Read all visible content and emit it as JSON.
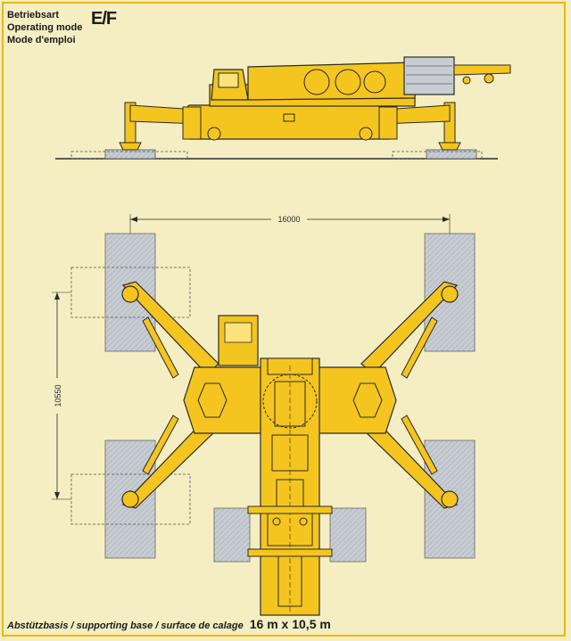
{
  "header": {
    "mode_de": "Betriebsart",
    "mode_en": "Operating mode",
    "mode_fr": "Mode d'emploi",
    "mode_tag": "E/F"
  },
  "dimensions": {
    "width_label": "16000",
    "length_label": "10550"
  },
  "footer": {
    "caption": "Abstützbasis / supporting base / surface de calage",
    "dims": "16 m x 10,5 m"
  },
  "colors": {
    "crane_yellow": "#f5c51f",
    "outline": "#2a2a2a",
    "pad_grey": "#c8cdd3",
    "background": "#f4eec2"
  }
}
